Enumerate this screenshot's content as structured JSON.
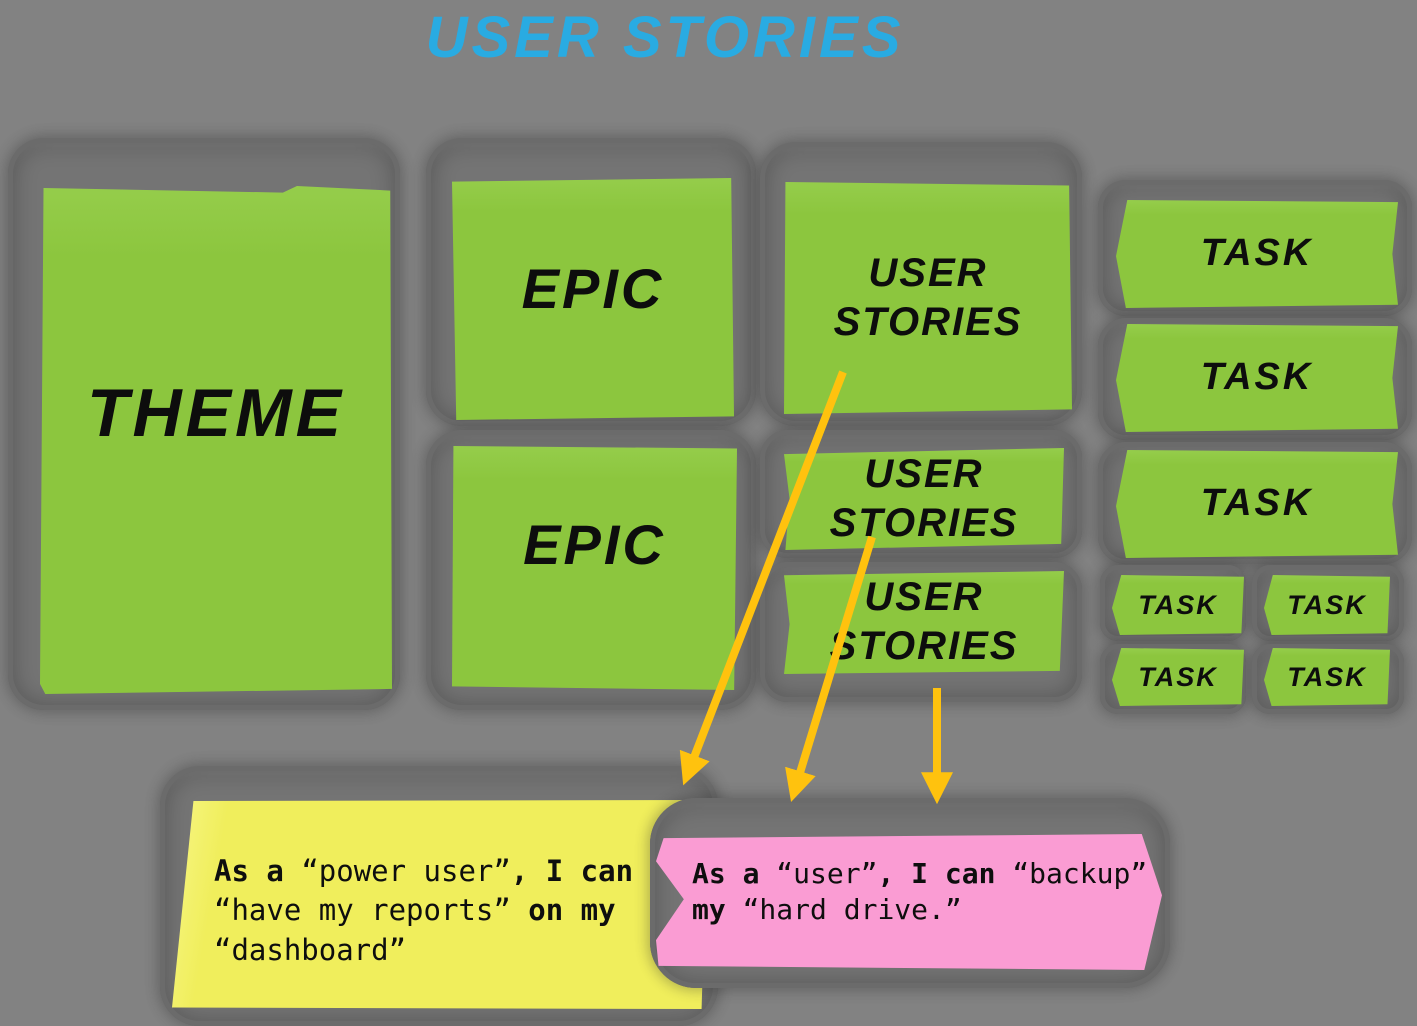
{
  "title": {
    "text": "USER STORIES",
    "color": "#29ABE2"
  },
  "palette": {
    "background": "#828282",
    "slot_gray": "#747474",
    "note_green": "#8CC63E",
    "note_yellow": "#F0EE5C",
    "note_pink": "#FA9CD3",
    "arrow_gold": "#FFC20E",
    "text_black": "#0D0D0D"
  },
  "board": {
    "theme": {
      "label": "THEME"
    },
    "epics": [
      {
        "label": "EPIC"
      },
      {
        "label": "EPIC"
      }
    ],
    "user_stories": [
      {
        "label": "USER STORIES"
      },
      {
        "label": "USER STORIES"
      },
      {
        "label": "USER STORIES"
      }
    ],
    "tasks_large": [
      {
        "label": "TASK"
      },
      {
        "label": "TASK"
      },
      {
        "label": "TASK"
      }
    ],
    "tasks_small": [
      {
        "label": "TASK"
      },
      {
        "label": "TASK"
      },
      {
        "label": "TASK"
      },
      {
        "label": "TASK"
      }
    ]
  },
  "sticky_notes": {
    "yellow": {
      "lines": [
        [
          {
            "t": "As a ",
            "b": true
          },
          {
            "t": "“power user”",
            "b": false
          },
          {
            "t": ", I can",
            "b": true
          }
        ],
        [
          {
            "t": "“have my reports”",
            "b": false
          },
          {
            "t": " on my",
            "b": true
          }
        ],
        [
          {
            "t": "“dashboard”",
            "b": false
          }
        ]
      ]
    },
    "pink": {
      "lines": [
        [
          {
            "t": "As a ",
            "b": true
          },
          {
            "t": "“user”",
            "b": false
          },
          {
            "t": ", I can ",
            "b": true
          },
          {
            "t": "“backup”",
            "b": false
          }
        ],
        [
          {
            "t": "my ",
            "b": true
          },
          {
            "t": "“hard drive.”",
            "b": false
          }
        ]
      ]
    }
  }
}
